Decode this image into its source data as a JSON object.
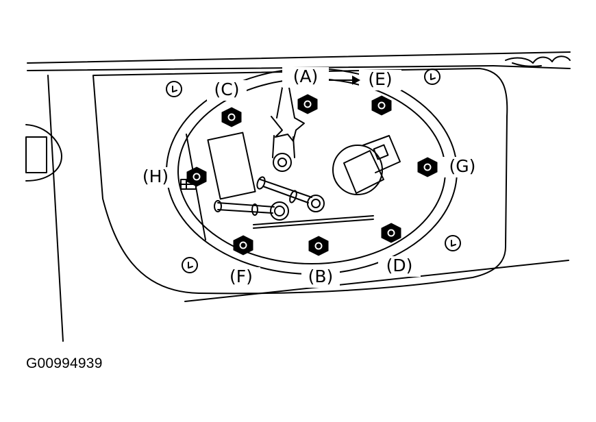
{
  "labels": {
    "A": "(A)",
    "B": "(B)",
    "C": "(C)",
    "D": "(D)",
    "E": "(E)",
    "F": "(F)",
    "G": "(G)",
    "H": "(H)"
  },
  "figure_id": "G00994939"
}
